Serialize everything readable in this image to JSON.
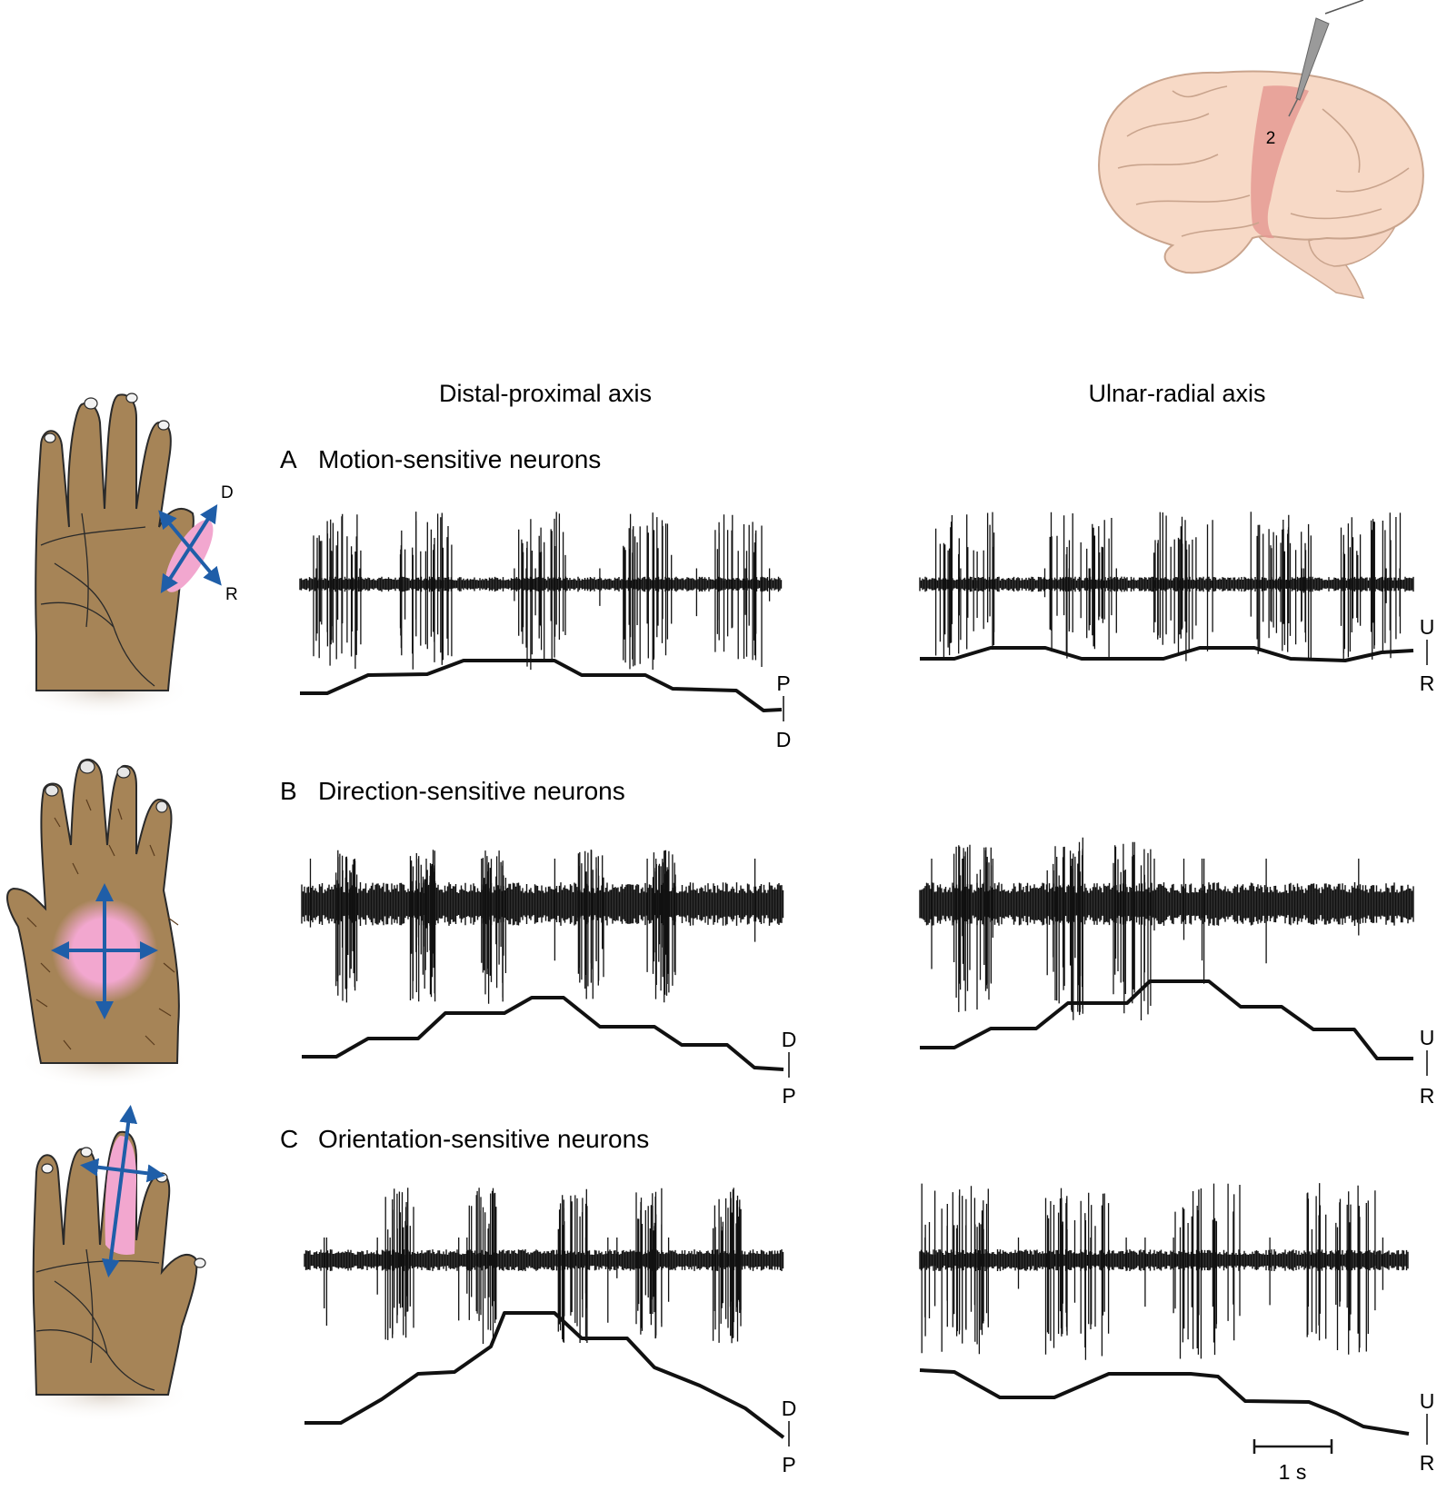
{
  "column_headers": {
    "left": "Distal-proximal axis",
    "right": "Ulnar-radial axis"
  },
  "brain": {
    "area_label": "2",
    "colors": {
      "cortex": "#f7d9c6",
      "area": "#e59a93",
      "outline": "#c9a48d",
      "electrode": "#8a8a8a"
    }
  },
  "panels": [
    {
      "letter": "A",
      "title": "Motion-sensitive neurons",
      "hand": {
        "type": "finger-diagonal",
        "arrow_labels": [
          "D",
          "R"
        ]
      },
      "left_trace": {
        "top_label": "P",
        "bottom_label": "D"
      },
      "right_trace": {
        "top_label": "U",
        "bottom_label": "R"
      }
    },
    {
      "letter": "B",
      "title": "Direction-sensitive neurons",
      "hand": {
        "type": "palm-cross",
        "arrow_labels": []
      },
      "left_trace": {
        "top_label": "D",
        "bottom_label": "P"
      },
      "right_trace": {
        "top_label": "U",
        "bottom_label": "R"
      }
    },
    {
      "letter": "C",
      "title": "Orientation-sensitive neurons",
      "hand": {
        "type": "finger-cross",
        "arrow_labels": []
      },
      "left_trace": {
        "top_label": "D",
        "bottom_label": "P"
      },
      "right_trace": {
        "top_label": "U",
        "bottom_label": "R"
      }
    }
  ],
  "scale_bar": {
    "label": "1 s"
  },
  "colors": {
    "hand_skin": "#a68457",
    "hand_outline": "#2a2a2a",
    "receptive_field": "#f2a7cf",
    "arrow": "#1f5ea8",
    "trace": "#111111"
  }
}
